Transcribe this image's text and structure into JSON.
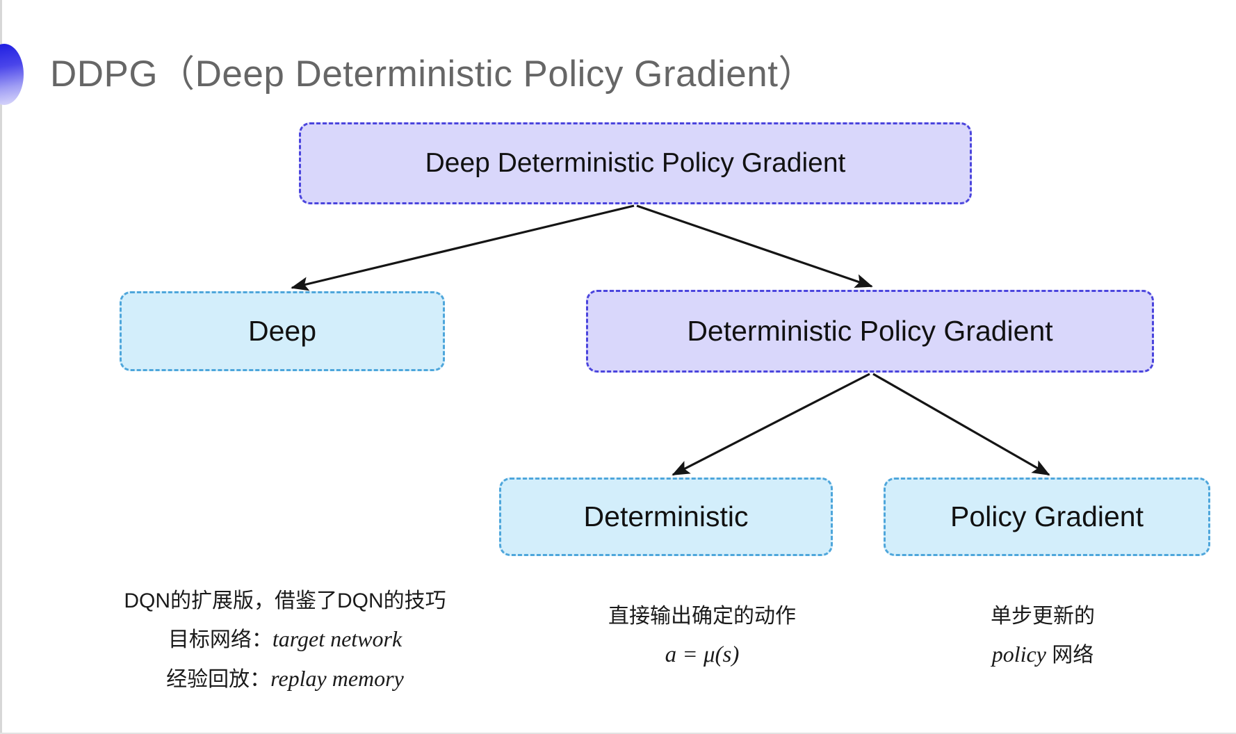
{
  "slide": {
    "title": "DDPG（Deep Deterministic Policy Gradient）",
    "background_color": "#ffffff"
  },
  "colors": {
    "purple_fill": "#d9d7fb",
    "purple_border": "#4b45dd",
    "blue_fill": "#d3eefb",
    "blue_border": "#4ea6db",
    "title_text": "#666666",
    "body_text": "#1a1a1a",
    "bullet_gradient_start": "#1a1ae0",
    "bullet_gradient_end": "#dedcfb",
    "connector": "#1a1a1a"
  },
  "diagram": {
    "type": "tree",
    "nodes": [
      {
        "id": "root",
        "label": "Deep Deterministic Policy Gradient",
        "style": "purple"
      },
      {
        "id": "deep",
        "label": "Deep",
        "style": "blue"
      },
      {
        "id": "dpg",
        "label": "Deterministic Policy Gradient",
        "style": "purple"
      },
      {
        "id": "det",
        "label": "Deterministic",
        "style": "blue"
      },
      {
        "id": "pg",
        "label": "Policy Gradient",
        "style": "blue"
      }
    ],
    "edges": [
      {
        "from": "root",
        "to": "deep"
      },
      {
        "from": "root",
        "to": "dpg"
      },
      {
        "from": "dpg",
        "to": "det"
      },
      {
        "from": "dpg",
        "to": "pg"
      }
    ]
  },
  "captions": {
    "deep": {
      "line1": "DQN的扩展版，借鉴了DQN的技巧",
      "line2_label": "目标网络：",
      "line2_term": "target network",
      "line3_label": "经验回放：",
      "line3_term": "replay memory"
    },
    "deterministic": {
      "line1": "直接输出确定的动作",
      "line2": "a = μ(s)"
    },
    "policy_gradient": {
      "line1": "单步更新的",
      "line2_term": "policy",
      "line2_suffix": " 网络"
    }
  }
}
